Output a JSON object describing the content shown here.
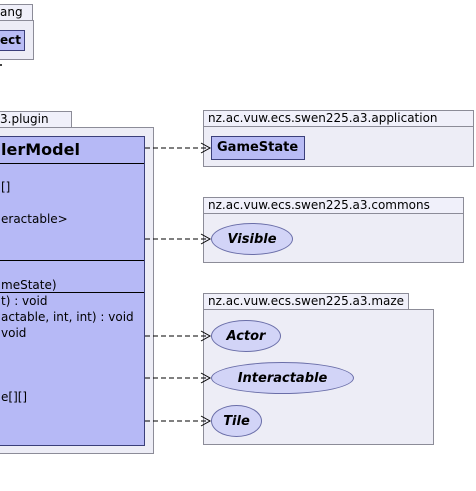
{
  "packages": {
    "lang": {
      "tab_label": "ang",
      "class_label": "ect"
    },
    "plugin": {
      "tab_label": "3.plugin",
      "class_title": "lerModel"
    },
    "application": {
      "tab_label": "nz.ac.vuw.ecs.swen225.a3.application",
      "class_label": "GameState"
    },
    "commons": {
      "tab_label": "nz.ac.vuw.ecs.swen225.a3.commons",
      "interface_label": "Visible"
    },
    "maze": {
      "tab_label": "nz.ac.vuw.ecs.swen225.a3.maze",
      "interfaces": [
        "Actor",
        "Interactable",
        "Tile"
      ]
    }
  },
  "members": {
    "fields": [
      "[]",
      "eractable>"
    ],
    "operation_header": "meState)",
    "operations": [
      "t) : void",
      "actable, int, int) : void",
      "void",
      "e[][]"
    ]
  }
}
